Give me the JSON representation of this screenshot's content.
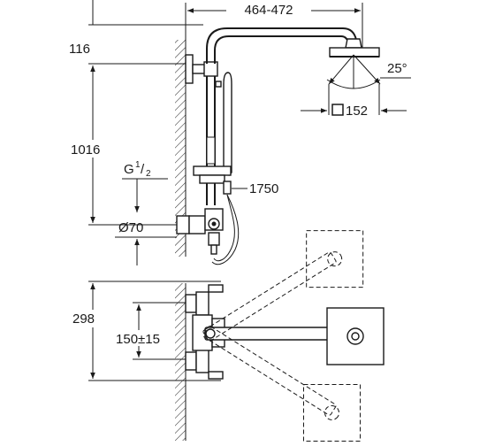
{
  "dimensions": {
    "width_range": "464-472",
    "top_height": "116",
    "rail_height": "1016",
    "thread": "G",
    "thread_num": "1",
    "thread_den": "2",
    "hose_length": "1750",
    "diameter": "Ø70",
    "tilt_angle": "25°",
    "head_size": "152",
    "depth": "298",
    "center_distance": "150±15"
  },
  "colors": {
    "line": "#1a1a1a",
    "background": "#ffffff"
  }
}
